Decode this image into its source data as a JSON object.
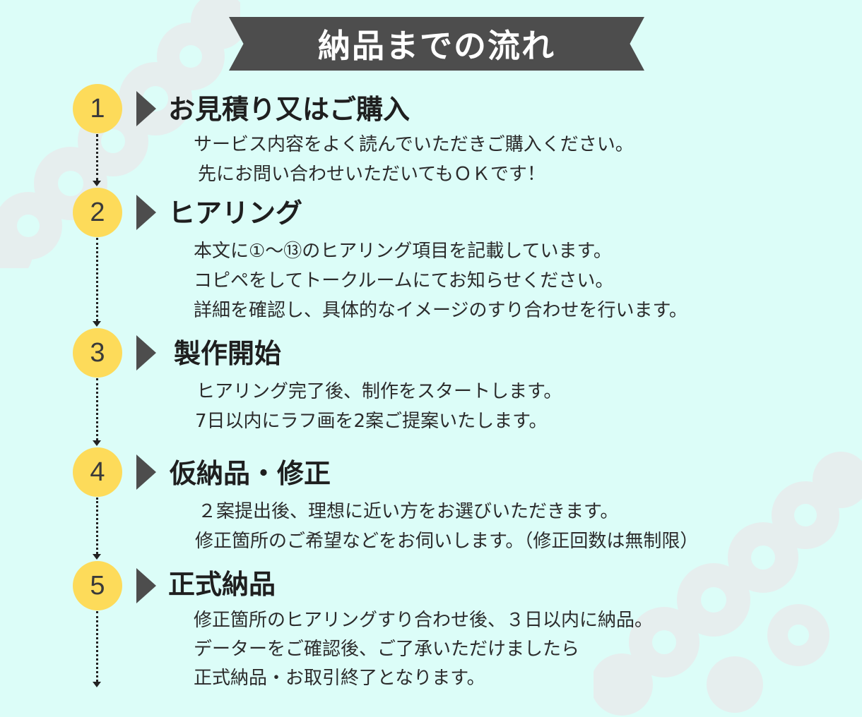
{
  "title": "納品までの流れ",
  "steps": [
    {
      "number": "1",
      "title": "お見積り又はご購入",
      "lines": [
        "サービス内容をよく読んでいただきご購入ください。",
        "先にお問い合わせいただいてもＯＫです！"
      ]
    },
    {
      "number": "2",
      "title": "ヒアリング",
      "lines": [
        "本文に①～⑬のヒアリング項目を記載しています。",
        "コピペをしてトークルームにてお知らせください。",
        "詳細を確認し、具体的なイメージのすり合わせを行います。"
      ]
    },
    {
      "number": "3",
      "title": "製作開始",
      "lines": [
        "ヒアリング完了後、制作をスタートします。",
        "7日以内にラフ画を2案ご提案いたします。"
      ]
    },
    {
      "number": "4",
      "title": "仮納品・修正",
      "lines": [
        "２案提出後、理想に近い方をお選びいただきます。",
        "修正箇所のご希望などをお伺いします。（修正回数は無制限）"
      ]
    },
    {
      "number": "5",
      "title": "正式納品",
      "lines": [
        "修正箇所のヒアリングすり合わせ後、３日以内に納品。",
        "データーをご確認後、ご了承いただけましたら",
        "正式納品・お取引終了となります。"
      ]
    }
  ],
  "colors": {
    "background": "#dcfdf8",
    "banner": "#4d4d4d",
    "circle": "#fddb5a",
    "text": "#1f1f1f"
  }
}
